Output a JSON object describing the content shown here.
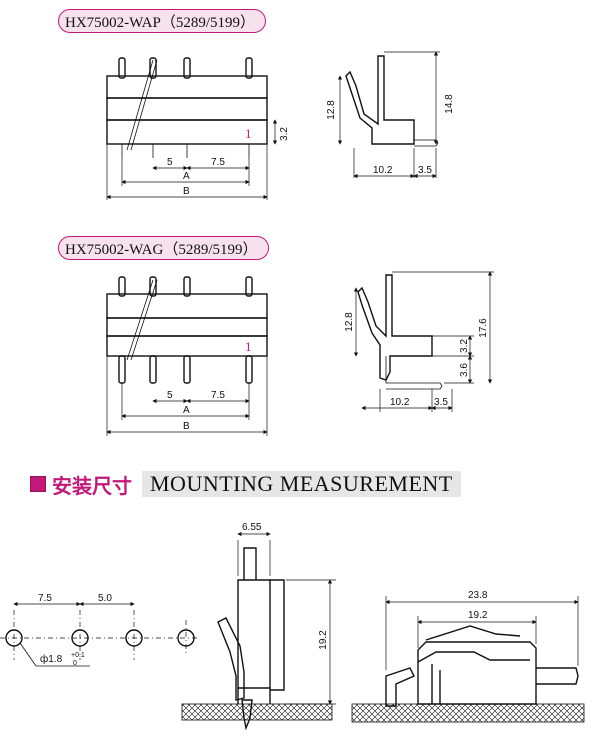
{
  "part1": {
    "title": "HX75002-WAP（5289/5199）",
    "front": {
      "pin_pitch": "5",
      "pin_pitch2": "7.5",
      "dim_a": "A",
      "dim_b": "B",
      "height": "3.2",
      "pin1": "1"
    },
    "side": {
      "h1": "12.8",
      "h2": "14.8",
      "w1": "10.2",
      "w2": "3.5"
    }
  },
  "part2": {
    "title": "HX75002-WAG（5289/5199）",
    "front": {
      "pin_pitch": "5",
      "pin_pitch2": "7.5",
      "dim_a": "A",
      "dim_b": "B",
      "pin1": "1"
    },
    "side": {
      "h1": "12.8",
      "h2": "17.6",
      "h3": "3.2",
      "h4": "3.6",
      "w1": "10.2",
      "w2": "3.5"
    }
  },
  "section": {
    "title_zh": "安装尺寸",
    "title_en": "MOUNTING MEASUREMENT"
  },
  "mounting": {
    "holes": {
      "pitch1": "7.5",
      "pitch2": "5.0",
      "dia": "ф1.8",
      "tol_plus": "+0.1",
      "tol_minus": "0"
    },
    "vertical": {
      "width": "6.55",
      "height": "19.2"
    },
    "horizontal": {
      "w1": "23.8",
      "w2": "19.2"
    }
  },
  "colors": {
    "accent": "#c2187a",
    "pill_bg": "#f7e1ec"
  }
}
